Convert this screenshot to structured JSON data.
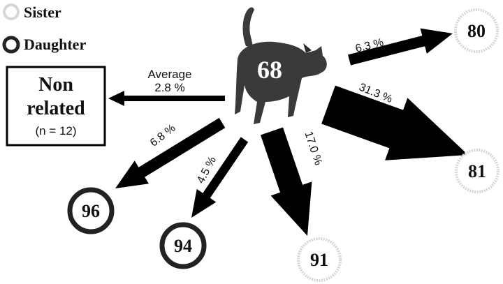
{
  "colors": {
    "sister": "#d6d6d6",
    "daughter": "#222222",
    "arrow": "#000000",
    "cat": "#3a3a3a"
  },
  "legend": [
    {
      "kind": "sister",
      "label": "Sister"
    },
    {
      "kind": "daughter",
      "label": "Daughter"
    }
  ],
  "source": {
    "id": "68",
    "icon": "cat-icon"
  },
  "nonrelated": {
    "line1": "Non",
    "line2": "related",
    "count": "(n = 12)"
  },
  "average": {
    "label": "Average",
    "value": "2.8 %"
  },
  "relatives": [
    {
      "id": "80",
      "kind": "sister",
      "percent": "6.3 %",
      "share": 6.3
    },
    {
      "id": "81",
      "kind": "sister",
      "percent": "31.3 %",
      "share": 31.3
    },
    {
      "id": "91",
      "kind": "sister",
      "percent": "17.0 %",
      "share": 17.0
    },
    {
      "id": "94",
      "kind": "daughter",
      "percent": "4.5 %",
      "share": 4.5
    },
    {
      "id": "96",
      "kind": "daughter",
      "percent": "6.8 %",
      "share": 6.8
    }
  ]
}
